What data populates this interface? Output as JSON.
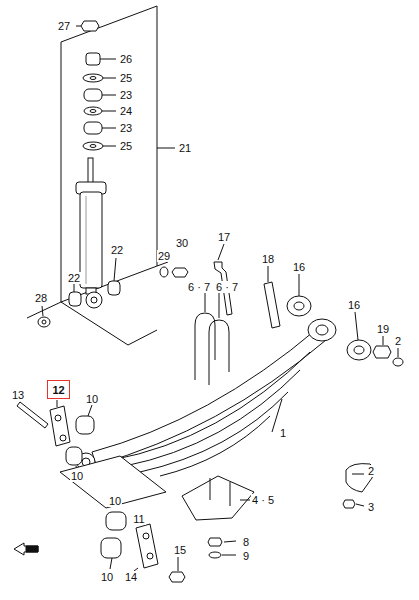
{
  "diagram": {
    "nodes": [
      {
        "text": [
          "12"
        ]
      }
    ],
    "labels": [
      "27",
      "26",
      "25",
      "23",
      "24",
      "23",
      "25",
      "21",
      "30",
      "29",
      "22",
      "22",
      "28",
      "17",
      "18",
      "16",
      "16",
      "19",
      "2",
      "6 · 7",
      "6 · 7",
      "13",
      "10",
      "10",
      "1",
      "4 · 5",
      "2",
      "3",
      "8",
      "9",
      "10",
      "11",
      "10",
      "14",
      "15"
    ]
  }
}
